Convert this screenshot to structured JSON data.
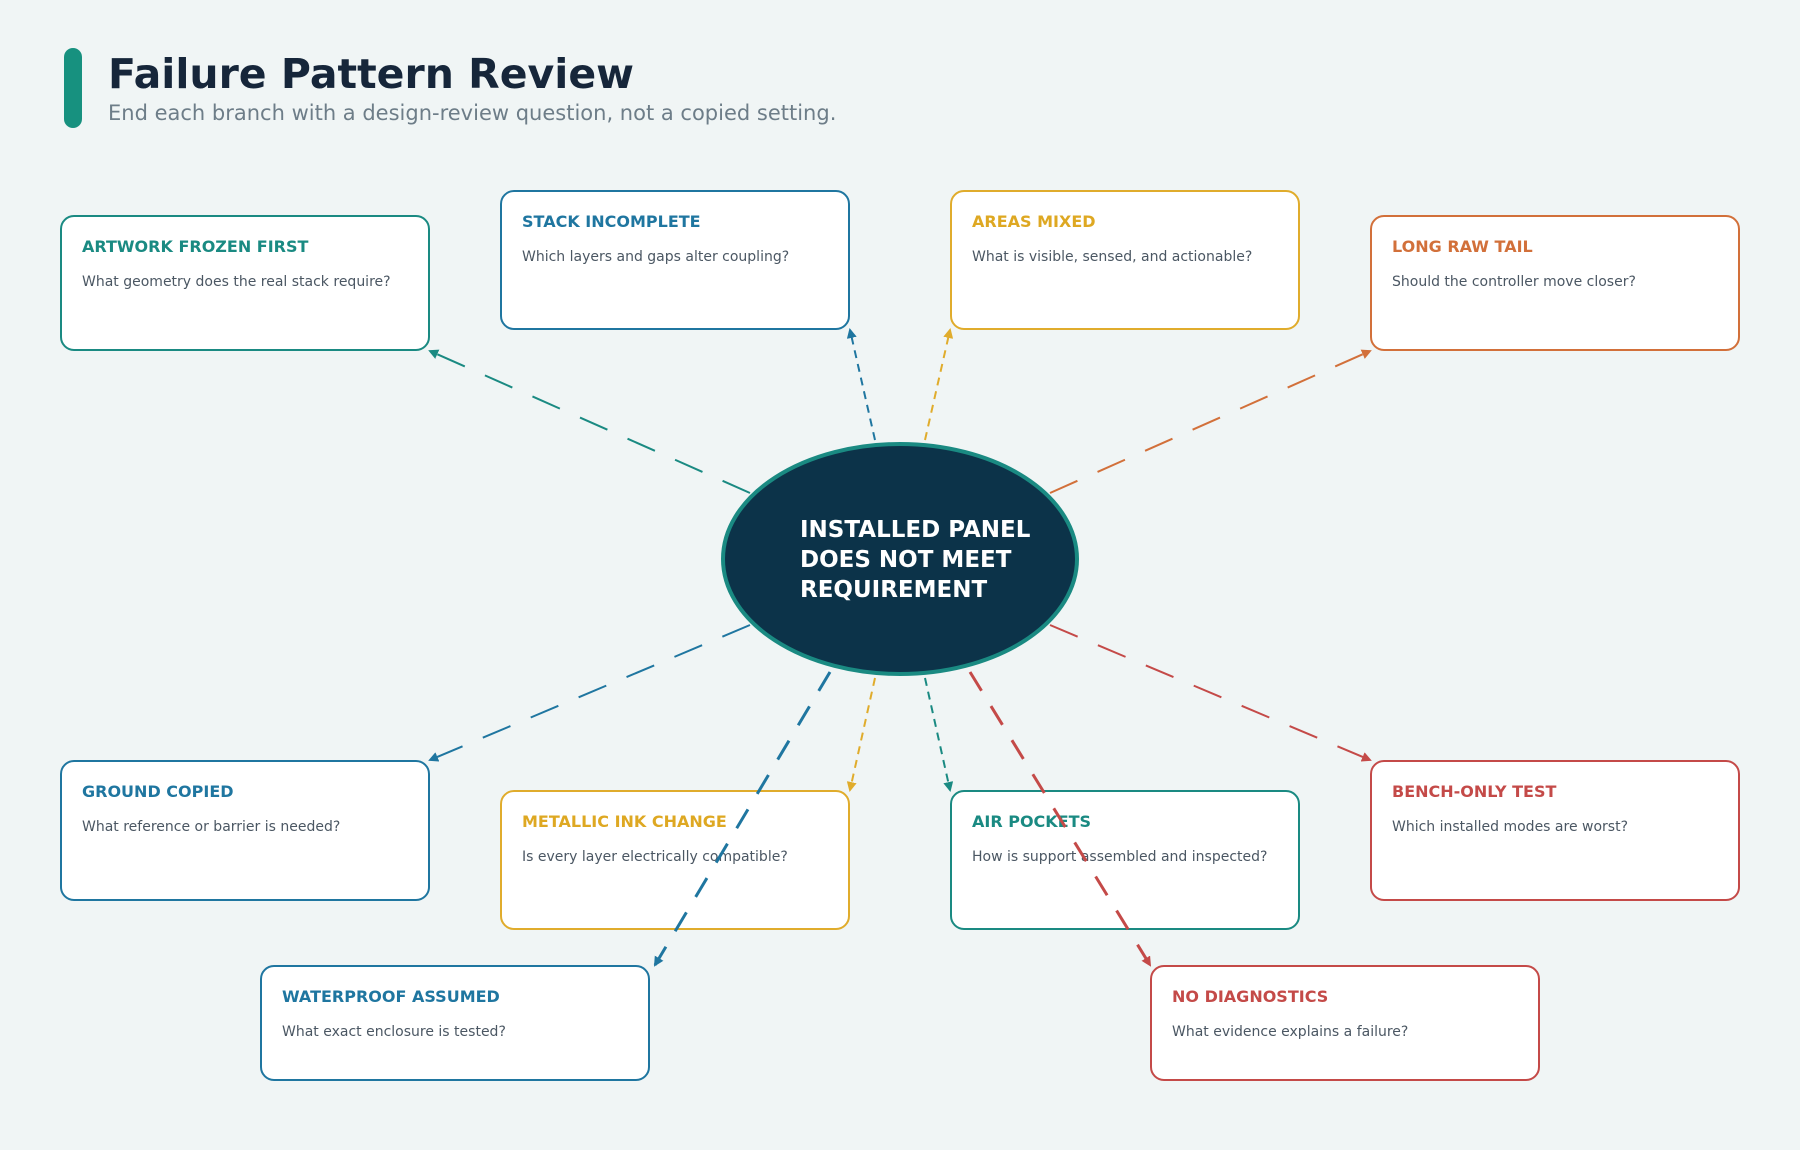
{
  "header": {
    "title": "Failure Pattern Review",
    "subtitle": "End each branch with a design-review question, not a copied setting."
  },
  "center": {
    "lines": [
      "INSTALLED PANEL",
      "DOES NOT MEET",
      "REQUIREMENT"
    ]
  },
  "branches": [
    {
      "title": "ARTWORK FROZEN FIRST",
      "question": "What geometry does the real stack require?",
      "color": "#1a8a82"
    },
    {
      "title": "STACK INCOMPLETE",
      "question": "Which layers and gaps alter coupling?",
      "color": "#1f76a0"
    },
    {
      "title": "AREAS MIXED",
      "question": "What is visible, sensed, and actionable?",
      "color": "#e0ac2c"
    },
    {
      "title": "LONG RAW TAIL",
      "question": "Should the controller move closer?",
      "color": "#d2703a"
    },
    {
      "title": "GROUND COPIED",
      "question": "What reference or barrier is needed?",
      "color": "#1f76a0"
    },
    {
      "title": "METALLIC INK CHANGE",
      "question": "Is every layer electrically compatible?",
      "color": "#e0ac2c"
    },
    {
      "title": "AIR POCKETS",
      "question": "How is support assembled and inspected?",
      "color": "#1a8a82"
    },
    {
      "title": "BENCH-ONLY TEST",
      "question": "Which installed modes are worst?",
      "color": "#c44a48"
    },
    {
      "title": "WATERPROOF ASSUMED",
      "question": "What exact enclosure is tested?",
      "color": "#1f76a0"
    },
    {
      "title": "NO DIAGNOSTICS",
      "question": "What evidence explains a failure?",
      "color": "#c44a48"
    }
  ]
}
